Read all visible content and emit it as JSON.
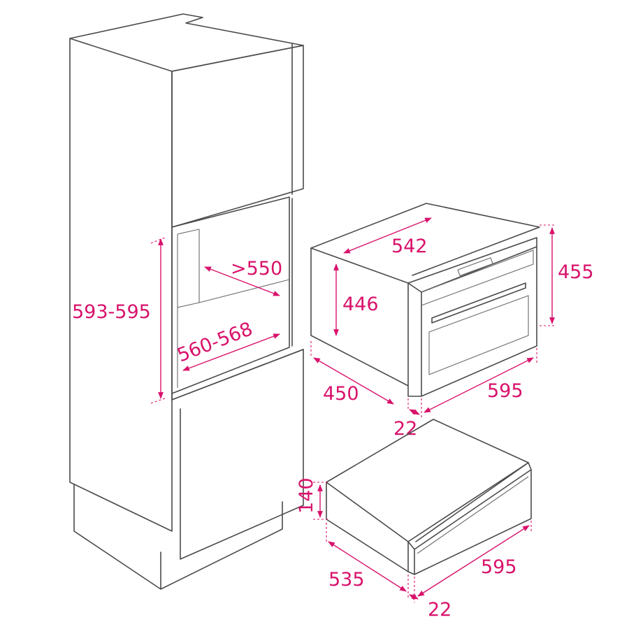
{
  "colors": {
    "dimension": "#d9126b",
    "outline": "#4a4a4a"
  },
  "labels": {
    "cabinet_height": "593-595",
    "cabinet_depth": ">550",
    "cabinet_width": "560-568",
    "oven_depth_top": "542",
    "oven_height_body": "446",
    "oven_height_front": "455",
    "oven_depth_side": "450",
    "oven_width": "595",
    "oven_front_thickness": "22",
    "drawer_height": "140",
    "drawer_depth": "535",
    "drawer_width": "595",
    "drawer_front_thickness": "22"
  }
}
